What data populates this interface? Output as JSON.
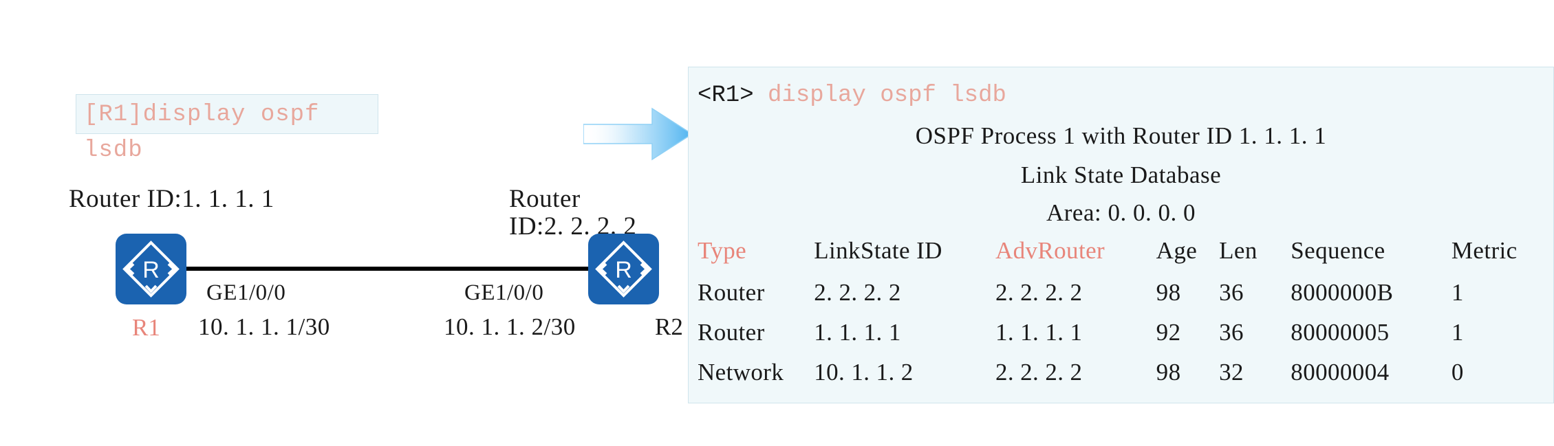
{
  "diagram": {
    "command_box": {
      "line1": "[R1]display ospf",
      "line2": "lsdb"
    },
    "left_router": {
      "router_id_label": "Router ID:1. 1. 1. 1",
      "device_name": "R1",
      "interface": "GE1/0/0",
      "ip_address": "10. 1. 1. 1/30",
      "icon": "router-icon"
    },
    "right_router": {
      "router_id_label_line1": "Router",
      "router_id_label_line2": "ID:2. 2. 2. 2",
      "device_name": "R2",
      "interface": "GE1/0/0",
      "ip_address": "10. 1. 1. 2/30",
      "icon": "router-icon"
    },
    "arrow": "right-arrow-icon"
  },
  "terminal": {
    "prompt": "<R1>",
    "command": "display ospf lsdb",
    "header_line1": "OSPF Process 1 with Router ID 1. 1. 1. 1",
    "header_line2": "Link State Database",
    "header_line3": "Area: 0. 0. 0. 0",
    "columns": [
      "Type",
      "LinkState ID",
      "AdvRouter",
      "Age",
      "Len",
      "Sequence",
      "Metric"
    ],
    "rows": [
      {
        "type": "Router",
        "linkstate_id": "2. 2. 2. 2",
        "advrouter": "2. 2. 2. 2",
        "age": "98",
        "len": "36",
        "sequence": "8000000B",
        "metric": "1"
      },
      {
        "type": "Router",
        "linkstate_id": "1. 1. 1. 1",
        "advrouter": "1. 1. 1. 1",
        "age": "92",
        "len": "36",
        "sequence": "80000005",
        "metric": "1"
      },
      {
        "type": "Network",
        "linkstate_id": "10. 1. 1. 2",
        "advrouter": "2. 2. 2. 2",
        "age": "98",
        "len": "32",
        "sequence": "80000004",
        "metric": "0"
      }
    ]
  },
  "colors": {
    "accent_red": "#e8857a",
    "command_pink": "#e8a79c",
    "router_blue": "#1b63b0",
    "panel_bg": "#f0f8fa",
    "panel_border": "#cfe4ec",
    "arrow_blue": "#4fb4f0"
  }
}
